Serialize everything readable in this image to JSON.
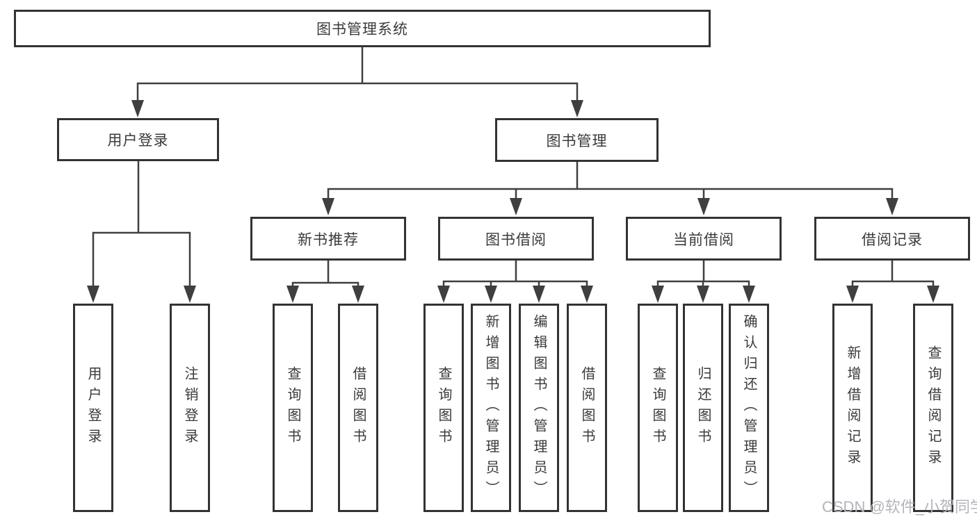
{
  "diagram": {
    "title": "图书管理系统",
    "branches": [
      {
        "label": "用户登录",
        "children": [
          {
            "label": "用户登录"
          },
          {
            "label": "注销登录"
          }
        ]
      },
      {
        "label": "图书管理",
        "children": [
          {
            "label": "新书推荐",
            "children": [
              {
                "label": "查询图书"
              },
              {
                "label": "借阅图书"
              }
            ]
          },
          {
            "label": "图书借阅",
            "children": [
              {
                "label": "查询图书"
              },
              {
                "label": "新增图书（管理员）"
              },
              {
                "label": "编辑图书（管理员）"
              },
              {
                "label": "借阅图书"
              }
            ]
          },
          {
            "label": "当前借阅",
            "children": [
              {
                "label": "查询图书"
              },
              {
                "label": "归还图书"
              },
              {
                "label": "确认归还（管理员）"
              }
            ]
          },
          {
            "label": "借阅记录",
            "children": [
              {
                "label": "新增借阅记录"
              },
              {
                "label": "查询借阅记录"
              }
            ]
          }
        ]
      }
    ]
  },
  "watermark": "CSDN @软件_小贺同学",
  "colors": {
    "background": "#ffffff",
    "line": "#3f3f3f",
    "box_border": "#333333",
    "text": "#3a3a3a",
    "watermark": "#b3b3bb"
  }
}
